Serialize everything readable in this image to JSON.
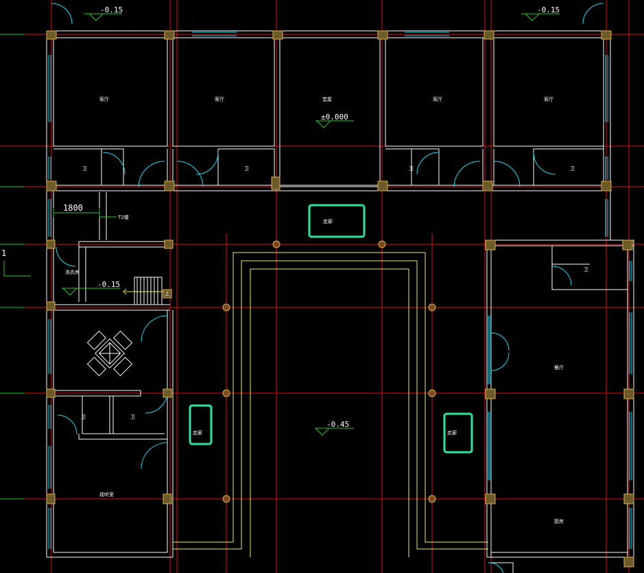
{
  "rooms": {
    "guest1": "客厅",
    "guest2": "客厅",
    "hall": "堂屋",
    "guest3": "客厅",
    "guest4": "客厅",
    "wc1": "卫",
    "wc2": "卫",
    "wc3": "卫",
    "wc4": "卫",
    "corridor_top": "走廊",
    "laundry": "洗衣房",
    "wc_right": "卫",
    "restaurant": "餐厅",
    "wc5": "卫",
    "wc6": "卫",
    "corridor_left": "走廊",
    "corridor_right": "走廊",
    "av_room": "视听室",
    "kitchen": "厨房"
  },
  "levels": {
    "top_left": "-0.15",
    "top_right": "-0.15",
    "hall": "±0.000",
    "stair": "-0.15",
    "courtyard": "-0.45"
  },
  "dimension": "1800",
  "stair_note": "T2楼",
  "stair_up": "上",
  "axis_marker": "1",
  "colors": {
    "grid": "#e01010",
    "wall": "#ffffff",
    "window": "#00e5ff",
    "column": "#e0b040",
    "courtyard": "#f5f04a",
    "highlight": "#2ee6a0",
    "level_marker": "#22cc22"
  }
}
